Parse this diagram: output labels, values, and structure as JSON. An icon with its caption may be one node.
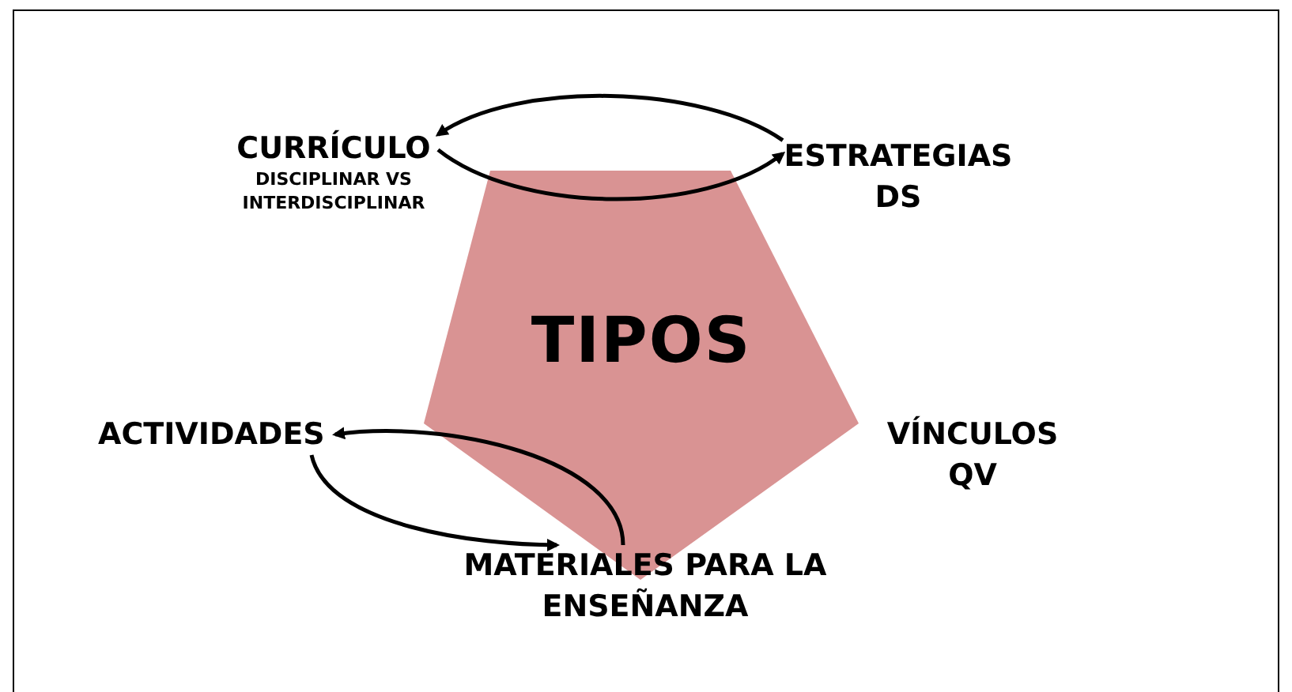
{
  "diagram": {
    "nodes": [
      {
        "text": [
          "TIPOS"
        ]
      },
      {
        "text": [
          "CURRÍCULO",
          "DISCIPLINAR VS INTERDISCIPLINAR"
        ]
      },
      {
        "text": [
          "ESTRATEGIAS DS"
        ]
      },
      {
        "text": [
          "ACTIVIDADES"
        ]
      },
      {
        "text": [
          "VÍNCULOS QV"
        ]
      },
      {
        "text": [
          "MATERIALES PARA LA ENSEÑANZA"
        ]
      }
    ],
    "edges": [
      {
        "from": 1,
        "to": 2,
        "arrow": "to"
      },
      {
        "from": 2,
        "to": 1,
        "arrow": "to"
      },
      {
        "from": 3,
        "to": 5,
        "arrow": "to"
      },
      {
        "from": 5,
        "to": 3,
        "arrow": "to"
      }
    ]
  }
}
